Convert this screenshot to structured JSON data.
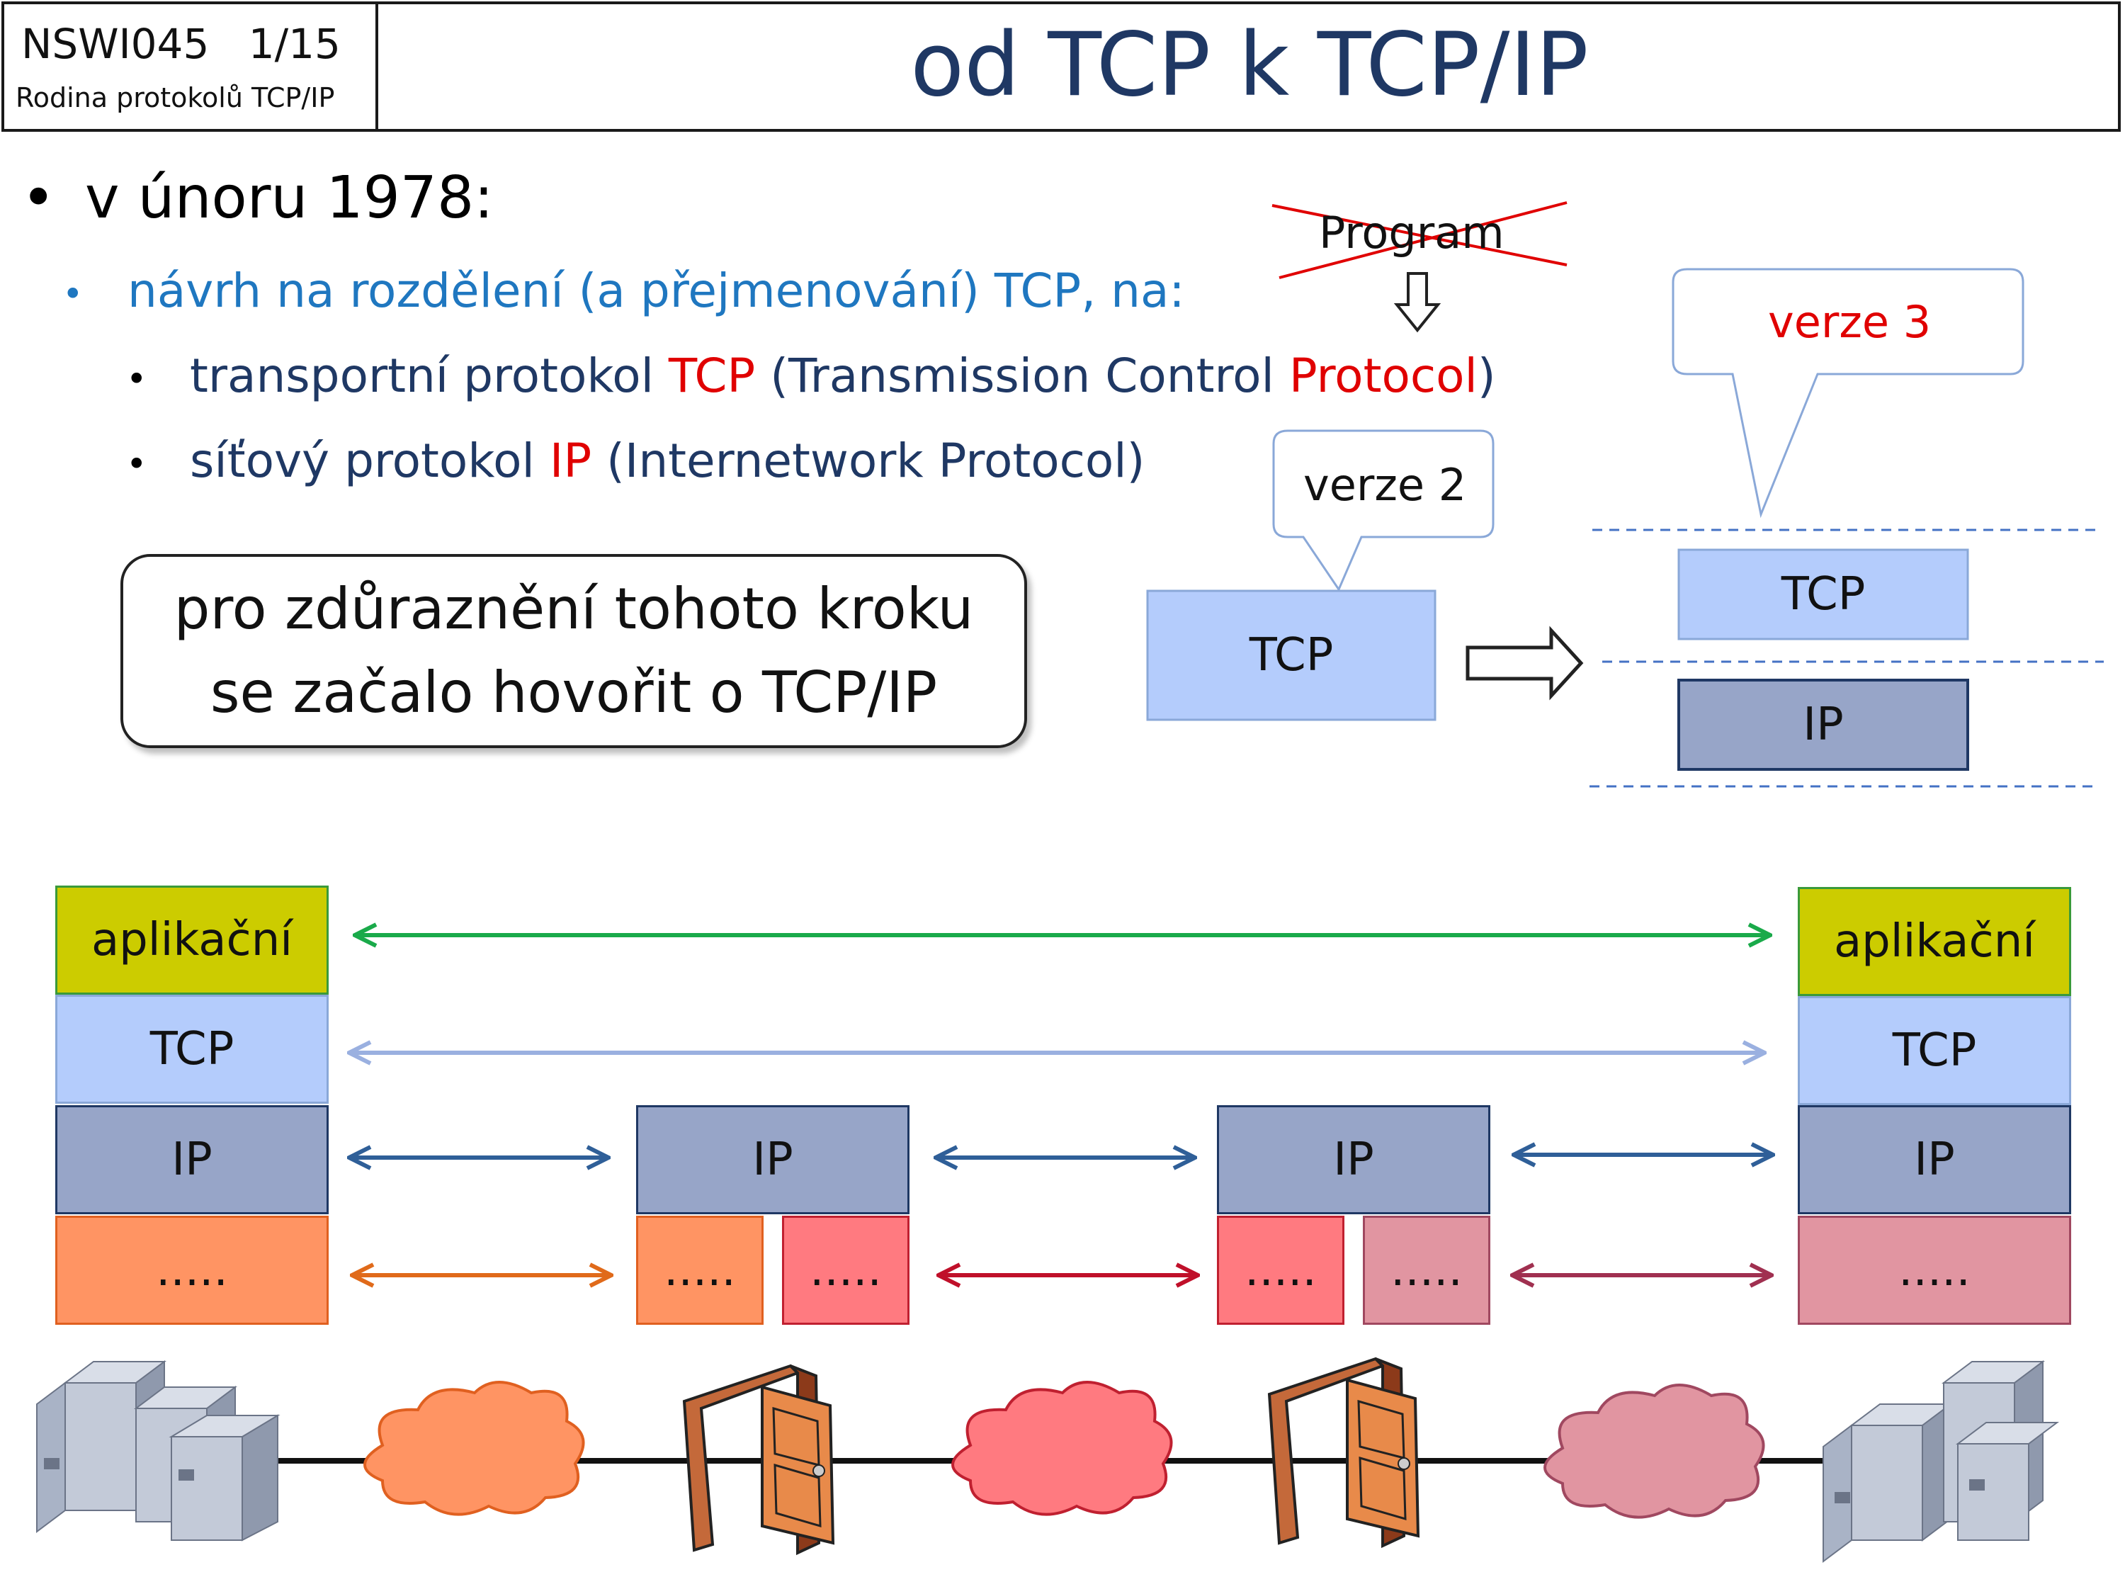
{
  "header": {
    "course_code": "NSWI045",
    "slide_number": "1/15",
    "course_subtitle": "Rodina protokolů TCP/IP",
    "title": "od TCP k TCP/IP"
  },
  "bullets": {
    "level1": "v únoru 1978:",
    "level2": "návrh na rozdělení (a přejmenování) TCP, na:",
    "item_tcp": {
      "prefix": "transportní protokol ",
      "abbr": "TCP",
      "middle": " (Transmission Control ",
      "highlight": "Protocol",
      "suffix": ")"
    },
    "item_ip": {
      "prefix": "síťový protokol ",
      "abbr": "IP",
      "suffix": " (Internetwork Protocol)"
    }
  },
  "callout": {
    "line1": "pro zdůraznění tohoto kroku",
    "line2": "se začalo hovořit o TCP/IP"
  },
  "evolution": {
    "struck_label": "Program",
    "version2_label": "verze 2",
    "version3_label": "verze 3",
    "tcp_label": "TCP",
    "split_tcp_label": "TCP",
    "split_ip_label": "IP"
  },
  "stack": {
    "left_host": {
      "app": "aplikační",
      "tcp": "TCP",
      "ip": "IP",
      "link": "....."
    },
    "router1": {
      "ip": "IP",
      "link_a": ".....",
      "link_b": "....."
    },
    "router2": {
      "ip": "IP",
      "link_a": ".....",
      "link_b": "....."
    },
    "right_host": {
      "app": "aplikační",
      "tcp": "TCP",
      "ip": "IP",
      "link": "....."
    }
  },
  "colors": {
    "title": "#1f3864",
    "accent_red": "#e00000",
    "app_layer": "#cccc00",
    "tcp_layer": "#b4ccfc",
    "ip_layer": "#97a5c8",
    "net1": "#ff9463",
    "net2": "#ff7a80",
    "net3": "#e195a1",
    "app_arrow": "#1aaa4a",
    "tcp_arrow": "#9ab0e0",
    "ip_arrow": "#2f5f98"
  },
  "icons": [
    "server-icon",
    "cloud-icon",
    "router-door-icon"
  ]
}
